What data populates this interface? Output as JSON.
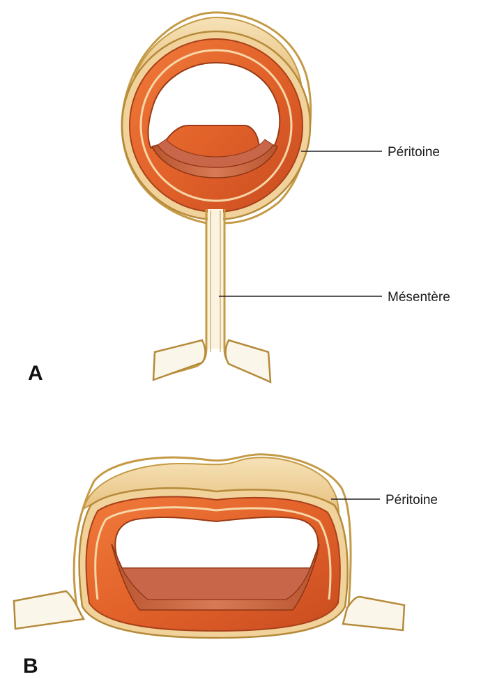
{
  "panels": [
    {
      "id": "A",
      "letter": "A",
      "labels": {
        "peritoine": "Péritoine",
        "mesentere": "Mésentère"
      }
    },
    {
      "id": "B",
      "letter": "B",
      "labels": {
        "peritoine": "Péritoine"
      }
    }
  ],
  "colors": {
    "wall_orange": "#e2622a",
    "wall_dark": "#b8431b",
    "muscle_inner": "#c8664a",
    "serosa_tan": "#f0d29a",
    "peritoneum_line": "#c49a45",
    "outline": "#b58a3a"
  }
}
